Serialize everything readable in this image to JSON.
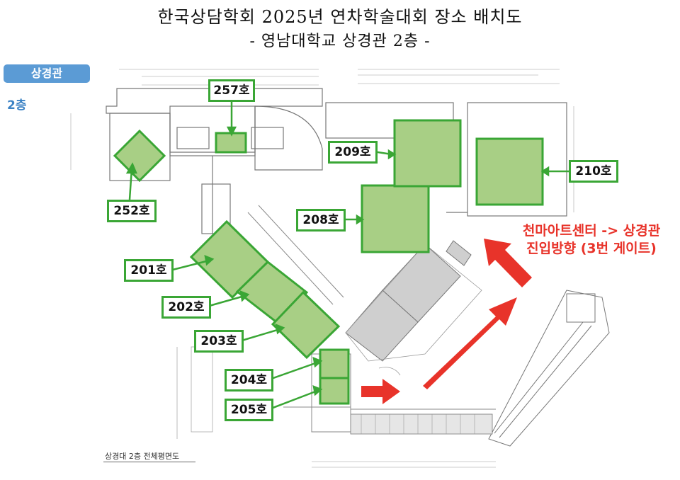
{
  "header": {
    "title": "한국상담학회 2025년 연차학술대회 장소 배치도",
    "subtitle": "- 영남대학교 상경관 2층 -"
  },
  "building_badge": "상경관",
  "floor_label": "2층",
  "rooms": {
    "r257": "257호",
    "r252": "252호",
    "r201": "201호",
    "r202": "202호",
    "r203": "203호",
    "r204": "204호",
    "r205": "205호",
    "r208": "208호",
    "r209": "209호",
    "r210": "210호"
  },
  "entrance_note": {
    "line1": "천마아트센터 -> 상경관",
    "line2": "진입방향 (3번 게이트)"
  },
  "plan_caption": "상경대 2층 전체평면도",
  "colors": {
    "room_fill": "#a8cf85",
    "room_border": "#3aa635",
    "gray_room": "#cfcfcf",
    "arrow": "#e8332a",
    "badge": "#5b9bd5"
  }
}
